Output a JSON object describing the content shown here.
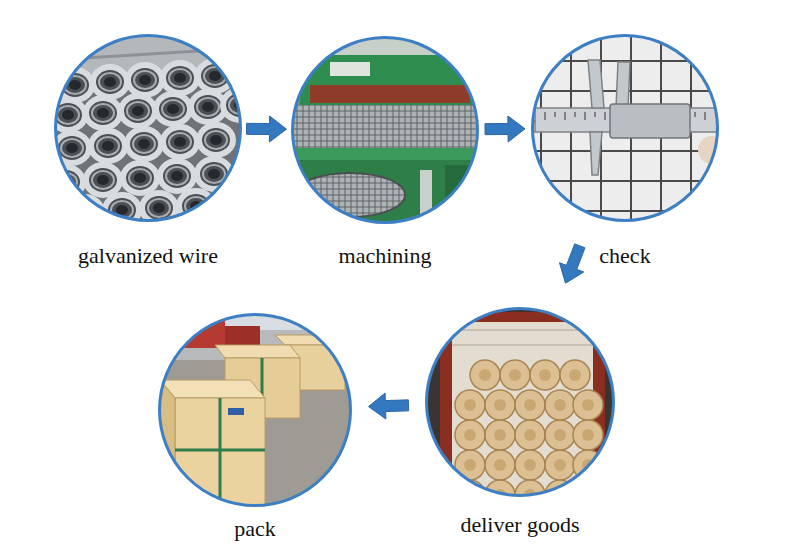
{
  "diagram": {
    "nodes": [
      {
        "text": [
          "galvanized wire"
        ]
      },
      {
        "text": [
          "machining"
        ]
      },
      {
        "text": [
          "check"
        ]
      },
      {
        "text": [
          "pack"
        ]
      },
      {
        "text": [
          "deliver goods"
        ]
      }
    ],
    "edges": [
      {
        "from": 0,
        "to": 1,
        "arrow": "to"
      },
      {
        "from": 1,
        "to": 2,
        "arrow": "to"
      },
      {
        "from": 2,
        "to": 4,
        "arrow": "to"
      },
      {
        "from": 4,
        "to": 3,
        "arrow": "to"
      }
    ]
  }
}
